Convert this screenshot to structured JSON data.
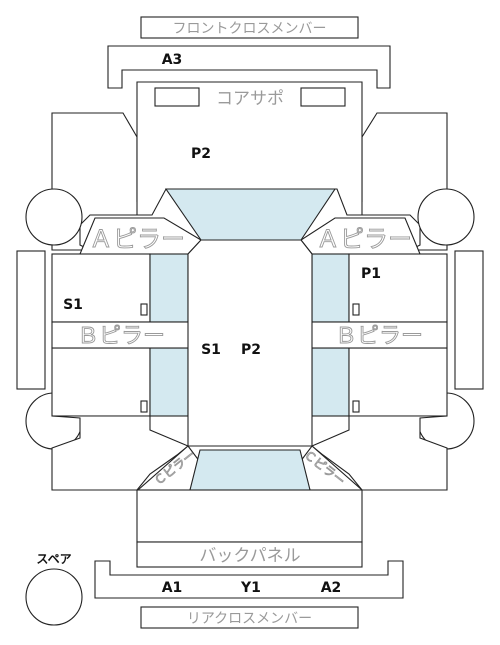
{
  "parts": {
    "front_cross_member": "フロントクロスメンバー",
    "core_support": "コアサポ",
    "a_pillar_left": "Ａピラー",
    "a_pillar_right": "Ａピラー",
    "b_pillar_left": "Ｂピラー",
    "b_pillar_right": "Ｂピラー",
    "c_pillar_left": "Ｃピラー",
    "c_pillar_right": "Ｃピラー",
    "back_panel": "バックパネル",
    "rear_cross_member": "リアクロスメンバー",
    "spare": "スペア"
  },
  "codes": {
    "front_member": "A3",
    "hood": "P2",
    "right_front_door": "P1",
    "left_side": "S1",
    "roof_left": "S1",
    "roof_right": "P2",
    "rear_left": "A1",
    "rear_center": "Y1",
    "rear_right": "A2"
  }
}
